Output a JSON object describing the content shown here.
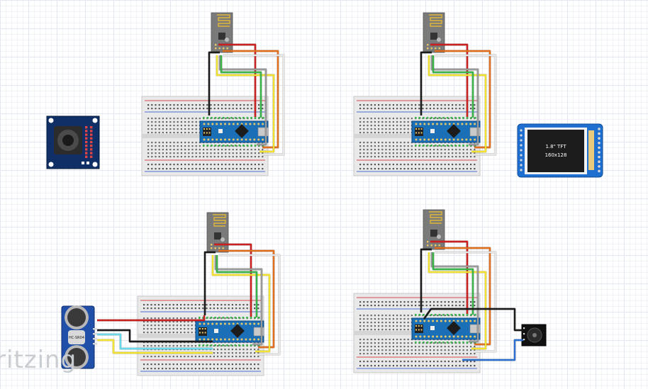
{
  "watermark": "ritzing",
  "tft": {
    "line1": "1.8\" TFT",
    "line2": "160x128"
  },
  "ultrasonic": {
    "sensor_label": "HC-SR04"
  },
  "colors": {
    "wire_red": "#cc1f1f",
    "wire_black": "#1a1a1a",
    "wire_orange": "#e07020",
    "wire_yellow": "#f2e233",
    "wire_green": "#39b54a",
    "wire_gray": "#9a9a9a",
    "wire_white": "#e6e6e6",
    "wire_blue": "#2d6fcf",
    "wire_cyan": "#6ad8e8",
    "nano_board": "#1b6fb7",
    "radio_module": "#7a7a7a",
    "tft_frame": "#1f6fd0",
    "camera_board": "#0f2f66"
  }
}
